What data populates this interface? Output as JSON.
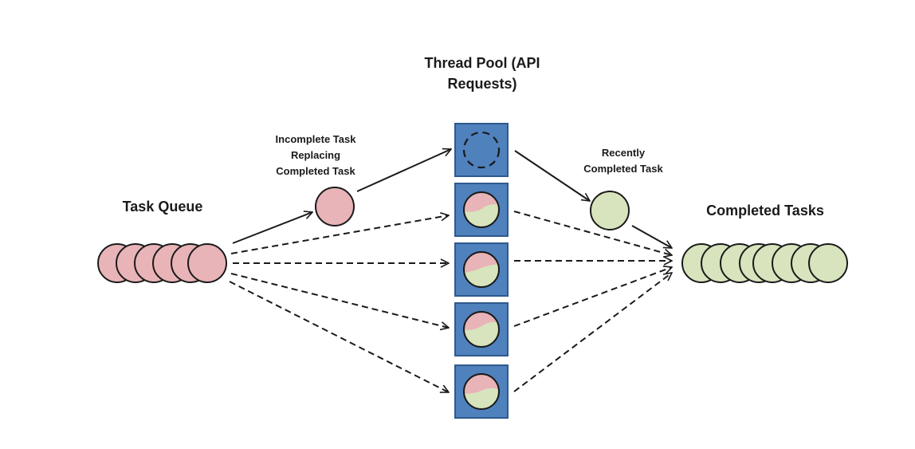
{
  "labels": {
    "task_queue": "Task Queue",
    "thread_pool_line1": "Thread Pool (API",
    "thread_pool_line2": "Requests)",
    "incomplete_line1": "Incomplete Task",
    "incomplete_line2": "Replacing",
    "incomplete_line3": "Completed Task",
    "recent_line1": "Recently",
    "recent_line2": "Completed Task",
    "completed_tasks": "Completed Tasks"
  },
  "colors": {
    "pending": "#e8b4b8",
    "done": "#d7e4bd",
    "slot": "#4f81bd",
    "slot_border": "#2f5a8c",
    "stroke": "#1a1a1a"
  },
  "counts": {
    "queued_tasks": 6,
    "pool_slots": 5,
    "completed_tasks": 8
  }
}
